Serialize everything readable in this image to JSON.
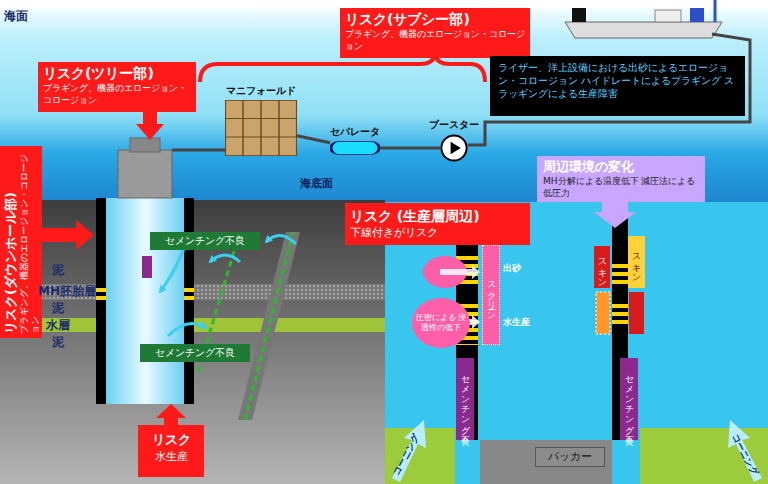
{
  "diagram": {
    "nodes": [
      {
        "text": [
          "リスク(ツリー部)",
          "プラギング、機器のエロージョン・コロージョン"
        ]
      },
      {
        "text": [
          "リスク(サブシー部)",
          "プラギング、機器のエロージョン・コロージョン"
        ]
      },
      {
        "text": [
          "ライザー、洋上設備における出砂によるエロージョン・コロージョン ハイドレートによるプラギング スラッギングによる生産障害"
        ]
      },
      {
        "text": [
          "リスク(ダウンホール部)",
          "プラギング、機器のエロージョン・コロージョン"
        ]
      },
      {
        "text": [
          "マニフォールド"
        ]
      },
      {
        "text": [
          "セパレータ"
        ]
      },
      {
        "text": [
          "ブースター"
        ]
      },
      {
        "text": [
          "周辺環境の変化",
          "MH分解による温度低下 減圧法による低圧力"
        ]
      },
      {
        "text": [
          "リスク (生産層周辺)",
          "下線付きがリスク"
        ]
      },
      {
        "text": [
          "セメンチング不良"
        ]
      },
      {
        "text": [
          "セメンチング不良"
        ]
      },
      {
        "text": [
          "リスク",
          "水生産"
        ]
      },
      {
        "text": [
          "圧密による 浸透性の低下"
        ]
      },
      {
        "text": [
          "スクリーン"
        ]
      },
      {
        "text": [
          "スキン"
        ]
      },
      {
        "text": [
          "スキン"
        ]
      },
      {
        "text": [
          "セメンチング不良"
        ]
      },
      {
        "text": [
          "セメンチング不良"
        ]
      },
      {
        "text": [
          "パッカー"
        ]
      }
    ],
    "edges": [
      {
        "from": 4,
        "to": 5,
        "arrow": "none"
      },
      {
        "from": 5,
        "to": 6,
        "arrow": "none"
      }
    ],
    "labels": [
      "海面",
      "海底面",
      "泥",
      "MH胚胎層",
      "泥",
      "水層",
      "泥",
      "出砂",
      "水生産",
      "コーニング",
      "コーニング"
    ]
  }
}
